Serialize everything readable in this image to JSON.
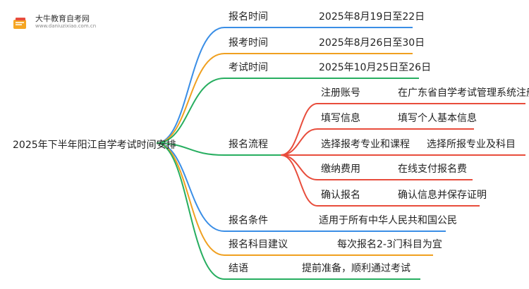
{
  "brand": {
    "name": "大牛教育自考网",
    "url": "www.daniuzixiao.com.cn",
    "colors": {
      "primary": "#f5a623",
      "accent": "#e84d3c"
    }
  },
  "root": "2025年下半年阳江自学考试时间安排",
  "branches": {
    "signup_time": {
      "label": "报名时间",
      "value": "2025年8月19日至22日",
      "color": "#3a8ee6"
    },
    "exam_register_time": {
      "label": "报考时间",
      "value": "2025年8月26日至30日",
      "color": "#f0a020"
    },
    "exam_time": {
      "label": "考试时间",
      "value": "2025年10月25日至26日",
      "color": "#27ae60"
    },
    "process": {
      "label": "报名流程",
      "color": "#27ae60",
      "steps": [
        {
          "label": "注册账号",
          "detail": "在广东省自学考试管理系统注册",
          "color": "#e84d3c"
        },
        {
          "label": "填写信息",
          "detail": "填写个人基本信息",
          "color": "#e84d3c"
        },
        {
          "label": "选择报考专业和课程",
          "detail": "选择所报专业及科目",
          "color": "#e84d3c"
        },
        {
          "label": "缴纳费用",
          "detail": "在线支付报名费",
          "color": "#e84d3c"
        },
        {
          "label": "确认报名",
          "detail": "确认信息并保存证明",
          "color": "#e84d3c"
        }
      ]
    },
    "conditions": {
      "label": "报名条件",
      "value": "适用于所有中华人民共和国公民",
      "color": "#3a8ee6"
    },
    "suggestion": {
      "label": "报名科目建议",
      "value": "每次报名2-3门科目为宜",
      "color": "#f0a020"
    },
    "conclusion": {
      "label": "结语",
      "value": "提前准备，顺利通过考试",
      "color": "#27ae60"
    }
  }
}
